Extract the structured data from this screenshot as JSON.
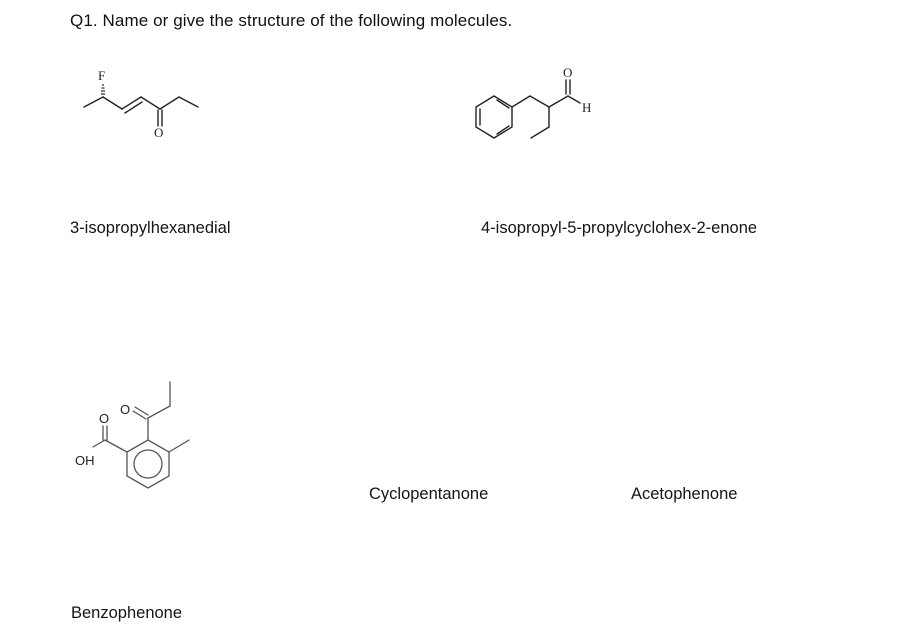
{
  "question": {
    "title": "Q1. Name or give the structure of the following molecules."
  },
  "items": [
    {
      "id": 1,
      "type": "structure",
      "description": "(E)-6-fluorohept-4-en-3-one skeletal structure",
      "atom_labels": [
        "F",
        "O"
      ]
    },
    {
      "id": 2,
      "type": "structure",
      "description": "2-benzylbutanal skeletal structure",
      "atom_labels": [
        "O",
        "H"
      ]
    },
    {
      "id": 3,
      "type": "name",
      "label": "3-isopropylhexanedial"
    },
    {
      "id": 4,
      "type": "name",
      "label": "4-isopropyl-5-propylcyclohex-2-enone"
    },
    {
      "id": 5,
      "type": "structure",
      "description": "3-methyl-2-propanoylbenzoic acid skeletal structure",
      "atom_labels": [
        "O",
        "O",
        "OH"
      ]
    },
    {
      "id": 6,
      "type": "name",
      "label": "Cyclopentanone"
    },
    {
      "id": 7,
      "type": "name",
      "label": "Acetophenone"
    },
    {
      "id": 8,
      "type": "name",
      "label": "Benzophenone"
    }
  ]
}
